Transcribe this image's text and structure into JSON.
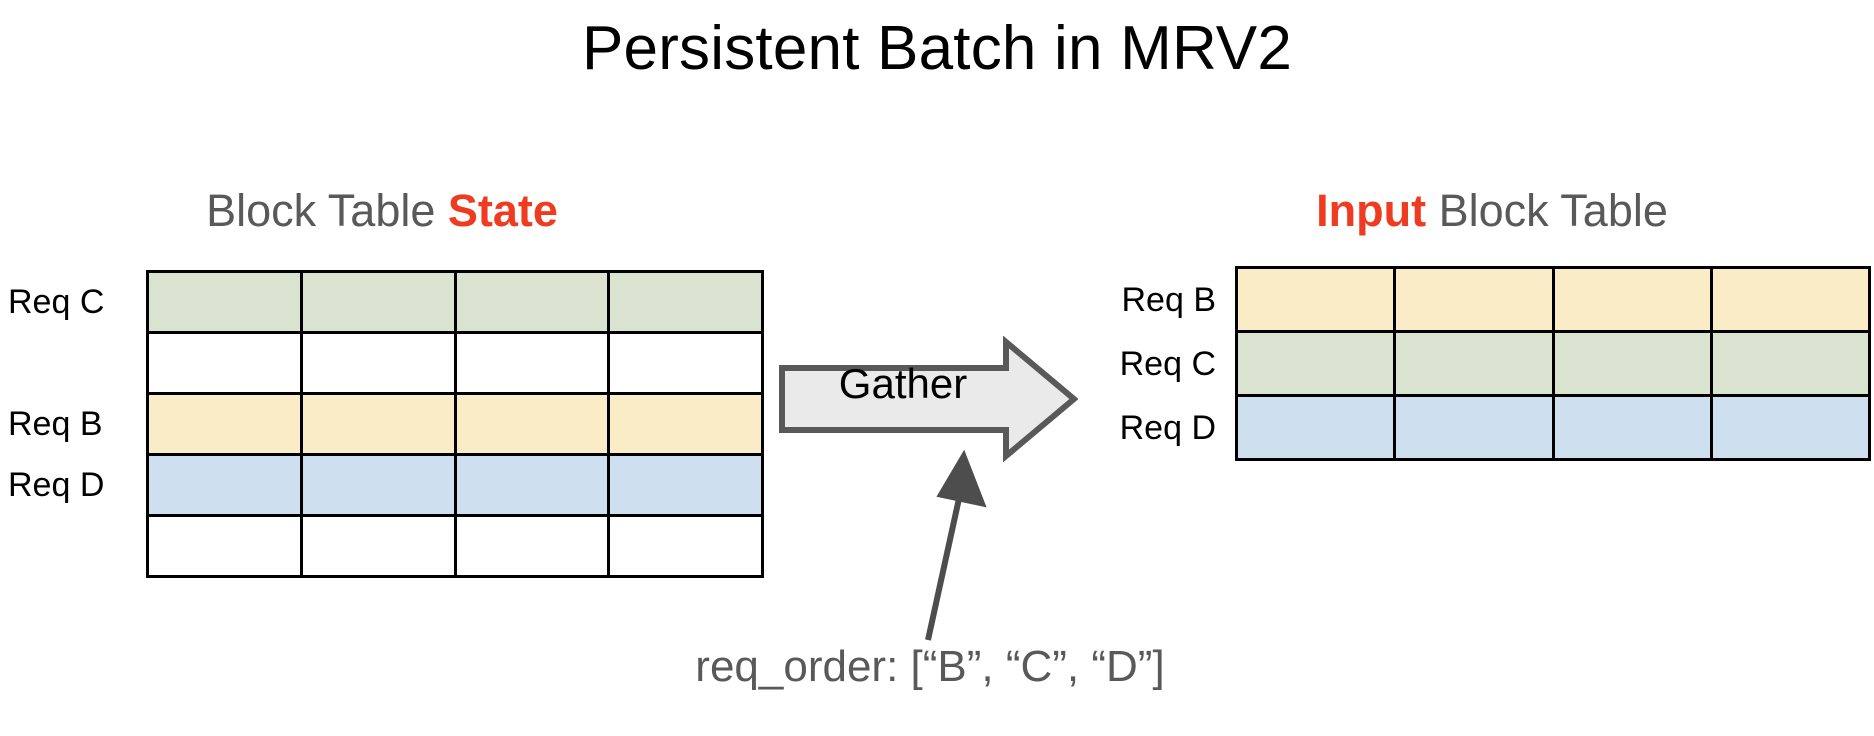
{
  "title": "Persistent Batch in MRV2",
  "accent_color": "#ef3b1f",
  "text_color": "#595959",
  "headings": {
    "left": {
      "plain_before": "Block Table ",
      "accent": "State",
      "plain_after": ""
    },
    "right": {
      "plain_before": "",
      "accent": "Input",
      "plain_after": " Block Table"
    }
  },
  "palette": {
    "green": "#d9e3d0",
    "yellow": "#fbecc8",
    "blue": "#cedff0",
    "empty": "#ffffff",
    "border": "#000000"
  },
  "state_table": {
    "columns": 4,
    "rows": [
      {
        "label": "Req C",
        "color": "#d9e3d0",
        "filled": true
      },
      {
        "label": "",
        "color": "#ffffff",
        "filled": false
      },
      {
        "label": "Req B",
        "color": "#fbecc8",
        "filled": true
      },
      {
        "label": "Req D",
        "color": "#cedff0",
        "filled": true
      },
      {
        "label": "",
        "color": "#ffffff",
        "filled": false
      }
    ]
  },
  "input_table": {
    "columns": 4,
    "rows": [
      {
        "label": "Req B",
        "color": "#fbecc8",
        "filled": true
      },
      {
        "label": "Req C",
        "color": "#d9e3d0",
        "filled": true
      },
      {
        "label": "Req D",
        "color": "#cedff0",
        "filled": true
      }
    ]
  },
  "gather": {
    "label": "Gather",
    "fill": "#eaeaea",
    "stroke": "#595959"
  },
  "caption": "req_order: [“B”, “C”, “D”]",
  "pointer_arrow": {
    "color": "#4d4d4d"
  }
}
